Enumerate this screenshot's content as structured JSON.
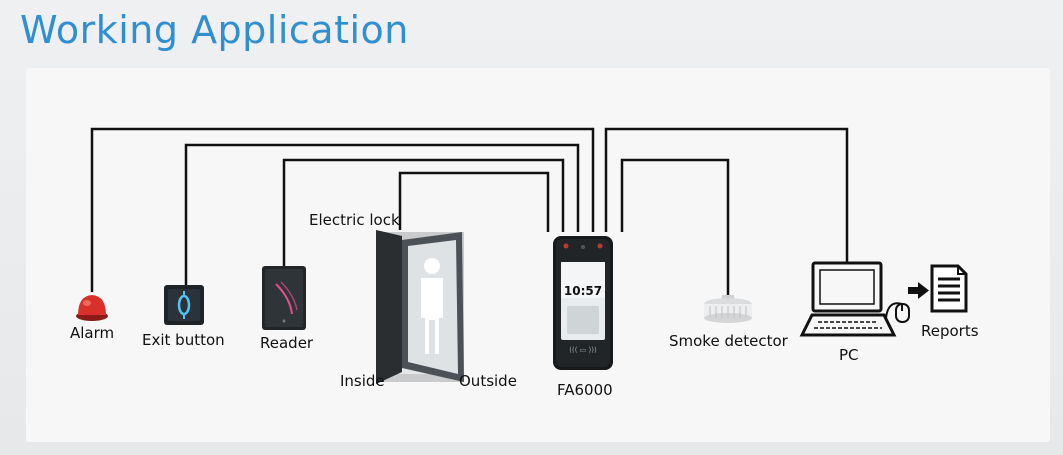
{
  "header": {
    "title": "Working Application"
  },
  "labels": {
    "alarm": "Alarm",
    "exit_button": "Exit button",
    "reader": "Reader",
    "electric_lock": "Electric lock",
    "inside": "Inside",
    "outside": "Outside",
    "device": "FA6000",
    "device_time": "10:57",
    "smoke_detector": "Smoke detector",
    "pc": "PC",
    "reports": "Reports"
  },
  "colors": {
    "title": "#2f8fd0",
    "wire": "#111111",
    "alarm": "#d9302a",
    "panel": "#f7f7f7"
  }
}
